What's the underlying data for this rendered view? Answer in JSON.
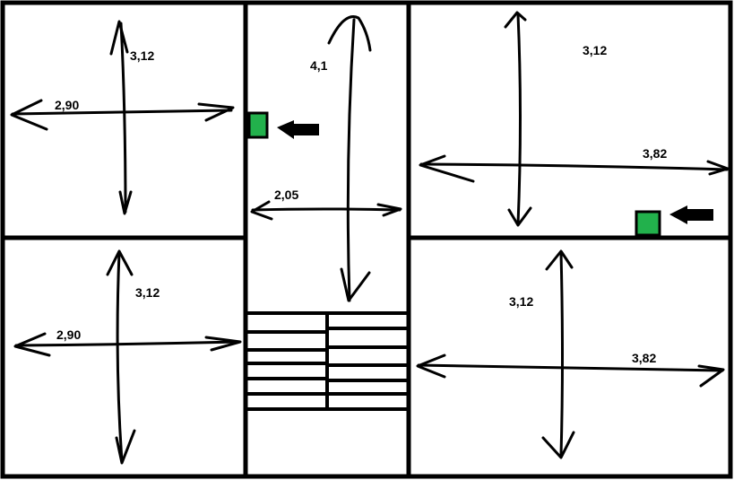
{
  "dimensions": {
    "top_left_height": "3,12",
    "top_left_width": "2,90",
    "corridor_height": "4,1",
    "corridor_width": "2,05",
    "top_right_height": "3,12",
    "top_right_width": "3,82",
    "bottom_left_height": "3,12",
    "bottom_left_width": "2,90",
    "bottom_right_height": "3,12",
    "bottom_right_width": "3,82"
  },
  "colors": {
    "marker": "#22b14c",
    "walls": "#000000"
  },
  "icons": [
    "door-marker-icon",
    "pointer-arrow-icon",
    "stairs-icon"
  ]
}
